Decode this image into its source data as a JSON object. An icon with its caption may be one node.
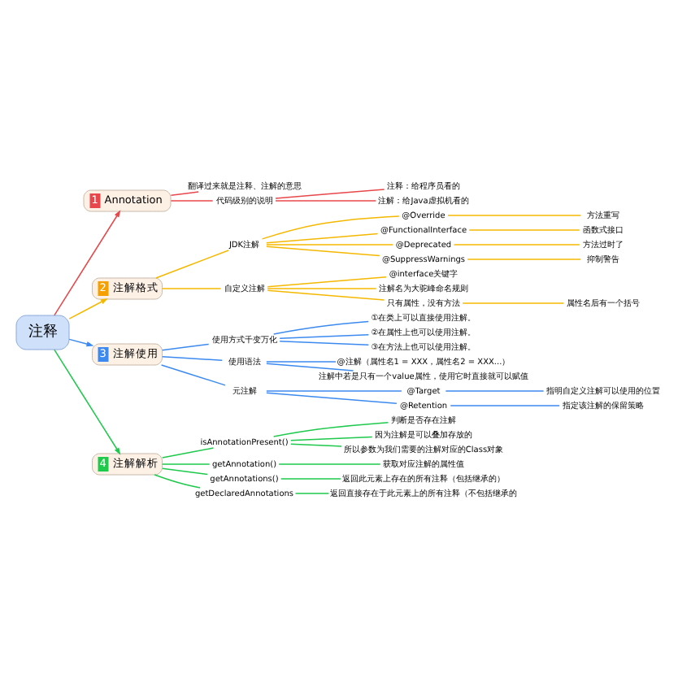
{
  "diagram": {
    "nodes": [
      {
        "text": [
          "注释"
        ]
      },
      {
        "text": [
          "1",
          "Annotation"
        ]
      },
      {
        "text": [
          "翻译过来就是注释、注解的意思"
        ]
      },
      {
        "text": [
          "代码级别的说明"
        ]
      },
      {
        "text": [
          "注释：给程序员看的"
        ]
      },
      {
        "text": [
          "注解：给Java虚拟机看的"
        ]
      },
      {
        "text": [
          "2",
          "注解格式"
        ]
      },
      {
        "text": [
          "JDK注解"
        ]
      },
      {
        "text": [
          "@Override"
        ]
      },
      {
        "text": [
          "方法重写"
        ]
      },
      {
        "text": [
          "@FunctionalInterface"
        ]
      },
      {
        "text": [
          "函数式接口"
        ]
      },
      {
        "text": [
          "@Deprecated"
        ]
      },
      {
        "text": [
          "方法过时了"
        ]
      },
      {
        "text": [
          "@SuppressWarnings"
        ]
      },
      {
        "text": [
          "抑制警告"
        ]
      },
      {
        "text": [
          "自定义注解"
        ]
      },
      {
        "text": [
          "@interface关键字"
        ]
      },
      {
        "text": [
          "注解名为大驼峰命名规则"
        ]
      },
      {
        "text": [
          "只有属性，没有方法"
        ]
      },
      {
        "text": [
          "属性名后有一个括号"
        ]
      },
      {
        "text": [
          "3",
          "注解使用"
        ]
      },
      {
        "text": [
          "使用方式千变万化"
        ]
      },
      {
        "text": [
          "①在类上可以直接使用注解。"
        ]
      },
      {
        "text": [
          "②在属性上也可以使用注解。"
        ]
      },
      {
        "text": [
          "③在方法上也可以使用注解。"
        ]
      },
      {
        "text": [
          "使用语法"
        ]
      },
      {
        "text": [
          "@注解（属性名1 = XXX，属性名2 = XXX...）"
        ]
      },
      {
        "text": [
          "注解中若是只有一个value属性，使用它时直接就可以赋值"
        ]
      },
      {
        "text": [
          "元注解"
        ]
      },
      {
        "text": [
          "@Target"
        ]
      },
      {
        "text": [
          "指明自定义注解可以使用的位置"
        ]
      },
      {
        "text": [
          "@Retention"
        ]
      },
      {
        "text": [
          "指定该注解的保留策略"
        ]
      },
      {
        "text": [
          "4",
          "注解解析"
        ]
      },
      {
        "text": [
          "isAnnotationPresent()"
        ]
      },
      {
        "text": [
          "判断是否存在注解"
        ]
      },
      {
        "text": [
          "因为注解是可以叠加存放的"
        ]
      },
      {
        "text": [
          "所以参数为我们需要的注解对应的Class对象"
        ]
      },
      {
        "text": [
          "getAnnotation()"
        ]
      },
      {
        "text": [
          "获取对应注解的属性值"
        ]
      },
      {
        "text": [
          "getAnnotations()"
        ]
      },
      {
        "text": [
          "返回此元素上存在的所有注释（包括继承的）"
        ]
      },
      {
        "text": [
          "getDeclaredAnnotations"
        ]
      },
      {
        "text": [
          "返回直接存在于此元素上的所有注释（不包括继承的"
        ]
      }
    ],
    "edges": [
      {
        "from": 0,
        "to": 1,
        "arrow": "to",
        "color": "#e8474b"
      },
      {
        "from": 0,
        "to": 6,
        "arrow": "to",
        "color": "#f5b800"
      },
      {
        "from": 0,
        "to": 21,
        "arrow": "to",
        "color": "#3c8af0"
      },
      {
        "from": 0,
        "to": 34,
        "arrow": "to",
        "color": "#1ec94c"
      },
      {
        "from": 1,
        "to": 2,
        "arrow": "none",
        "color": "#e8474b"
      },
      {
        "from": 1,
        "to": 3,
        "arrow": "none",
        "color": "#e8474b"
      },
      {
        "from": 3,
        "to": 4,
        "arrow": "none",
        "color": "#e8474b"
      },
      {
        "from": 3,
        "to": 5,
        "arrow": "none",
        "color": "#e8474b"
      },
      {
        "from": 6,
        "to": 7,
        "arrow": "none",
        "color": "#f5b800"
      },
      {
        "from": 7,
        "to": 8,
        "arrow": "none",
        "color": "#f5b800"
      },
      {
        "from": 8,
        "to": 9,
        "arrow": "none",
        "color": "#f5b800"
      },
      {
        "from": 7,
        "to": 10,
        "arrow": "none",
        "color": "#f5b800"
      },
      {
        "from": 10,
        "to": 11,
        "arrow": "none",
        "color": "#f5b800"
      },
      {
        "from": 7,
        "to": 12,
        "arrow": "none",
        "color": "#f5b800"
      },
      {
        "from": 12,
        "to": 13,
        "arrow": "none",
        "color": "#f5b800"
      },
      {
        "from": 7,
        "to": 14,
        "arrow": "none",
        "color": "#f5b800"
      },
      {
        "from": 14,
        "to": 15,
        "arrow": "none",
        "color": "#f5b800"
      },
      {
        "from": 6,
        "to": 16,
        "arrow": "none",
        "color": "#f5b800"
      },
      {
        "from": 16,
        "to": 17,
        "arrow": "none",
        "color": "#f5b800"
      },
      {
        "from": 16,
        "to": 18,
        "arrow": "none",
        "color": "#f5b800"
      },
      {
        "from": 16,
        "to": 19,
        "arrow": "none",
        "color": "#f5b800"
      },
      {
        "from": 19,
        "to": 20,
        "arrow": "none",
        "color": "#f5b800"
      },
      {
        "from": 21,
        "to": 22,
        "arrow": "none",
        "color": "#3c8af0"
      },
      {
        "from": 22,
        "to": 23,
        "arrow": "none",
        "color": "#3c8af0"
      },
      {
        "from": 22,
        "to": 24,
        "arrow": "none",
        "color": "#3c8af0"
      },
      {
        "from": 22,
        "to": 25,
        "arrow": "none",
        "color": "#3c8af0"
      },
      {
        "from": 21,
        "to": 26,
        "arrow": "none",
        "color": "#3c8af0"
      },
      {
        "from": 26,
        "to": 27,
        "arrow": "none",
        "color": "#3c8af0"
      },
      {
        "from": 26,
        "to": 28,
        "arrow": "none",
        "color": "#3c8af0"
      },
      {
        "from": 21,
        "to": 29,
        "arrow": "none",
        "color": "#3c8af0"
      },
      {
        "from": 29,
        "to": 30,
        "arrow": "none",
        "color": "#3c8af0"
      },
      {
        "from": 30,
        "to": 31,
        "arrow": "none",
        "color": "#3c8af0"
      },
      {
        "from": 29,
        "to": 32,
        "arrow": "none",
        "color": "#3c8af0"
      },
      {
        "from": 32,
        "to": 33,
        "arrow": "none",
        "color": "#3c8af0"
      },
      {
        "from": 34,
        "to": 35,
        "arrow": "none",
        "color": "#1ec94c"
      },
      {
        "from": 35,
        "to": 36,
        "arrow": "none",
        "color": "#1ec94c"
      },
      {
        "from": 35,
        "to": 37,
        "arrow": "none",
        "color": "#1ec94c"
      },
      {
        "from": 35,
        "to": 38,
        "arrow": "none",
        "color": "#1ec94c"
      },
      {
        "from": 34,
        "to": 39,
        "arrow": "none",
        "color": "#1ec94c"
      },
      {
        "from": 39,
        "to": 40,
        "arrow": "none",
        "color": "#1ec94c"
      },
      {
        "from": 34,
        "to": 41,
        "arrow": "none",
        "color": "#1ec94c"
      },
      {
        "from": 41,
        "to": 42,
        "arrow": "none",
        "color": "#1ec94c"
      },
      {
        "from": 34,
        "to": 43,
        "arrow": "none",
        "color": "#1ec94c"
      },
      {
        "from": 43,
        "to": 44,
        "arrow": "none",
        "color": "#1ec94c"
      }
    ]
  }
}
